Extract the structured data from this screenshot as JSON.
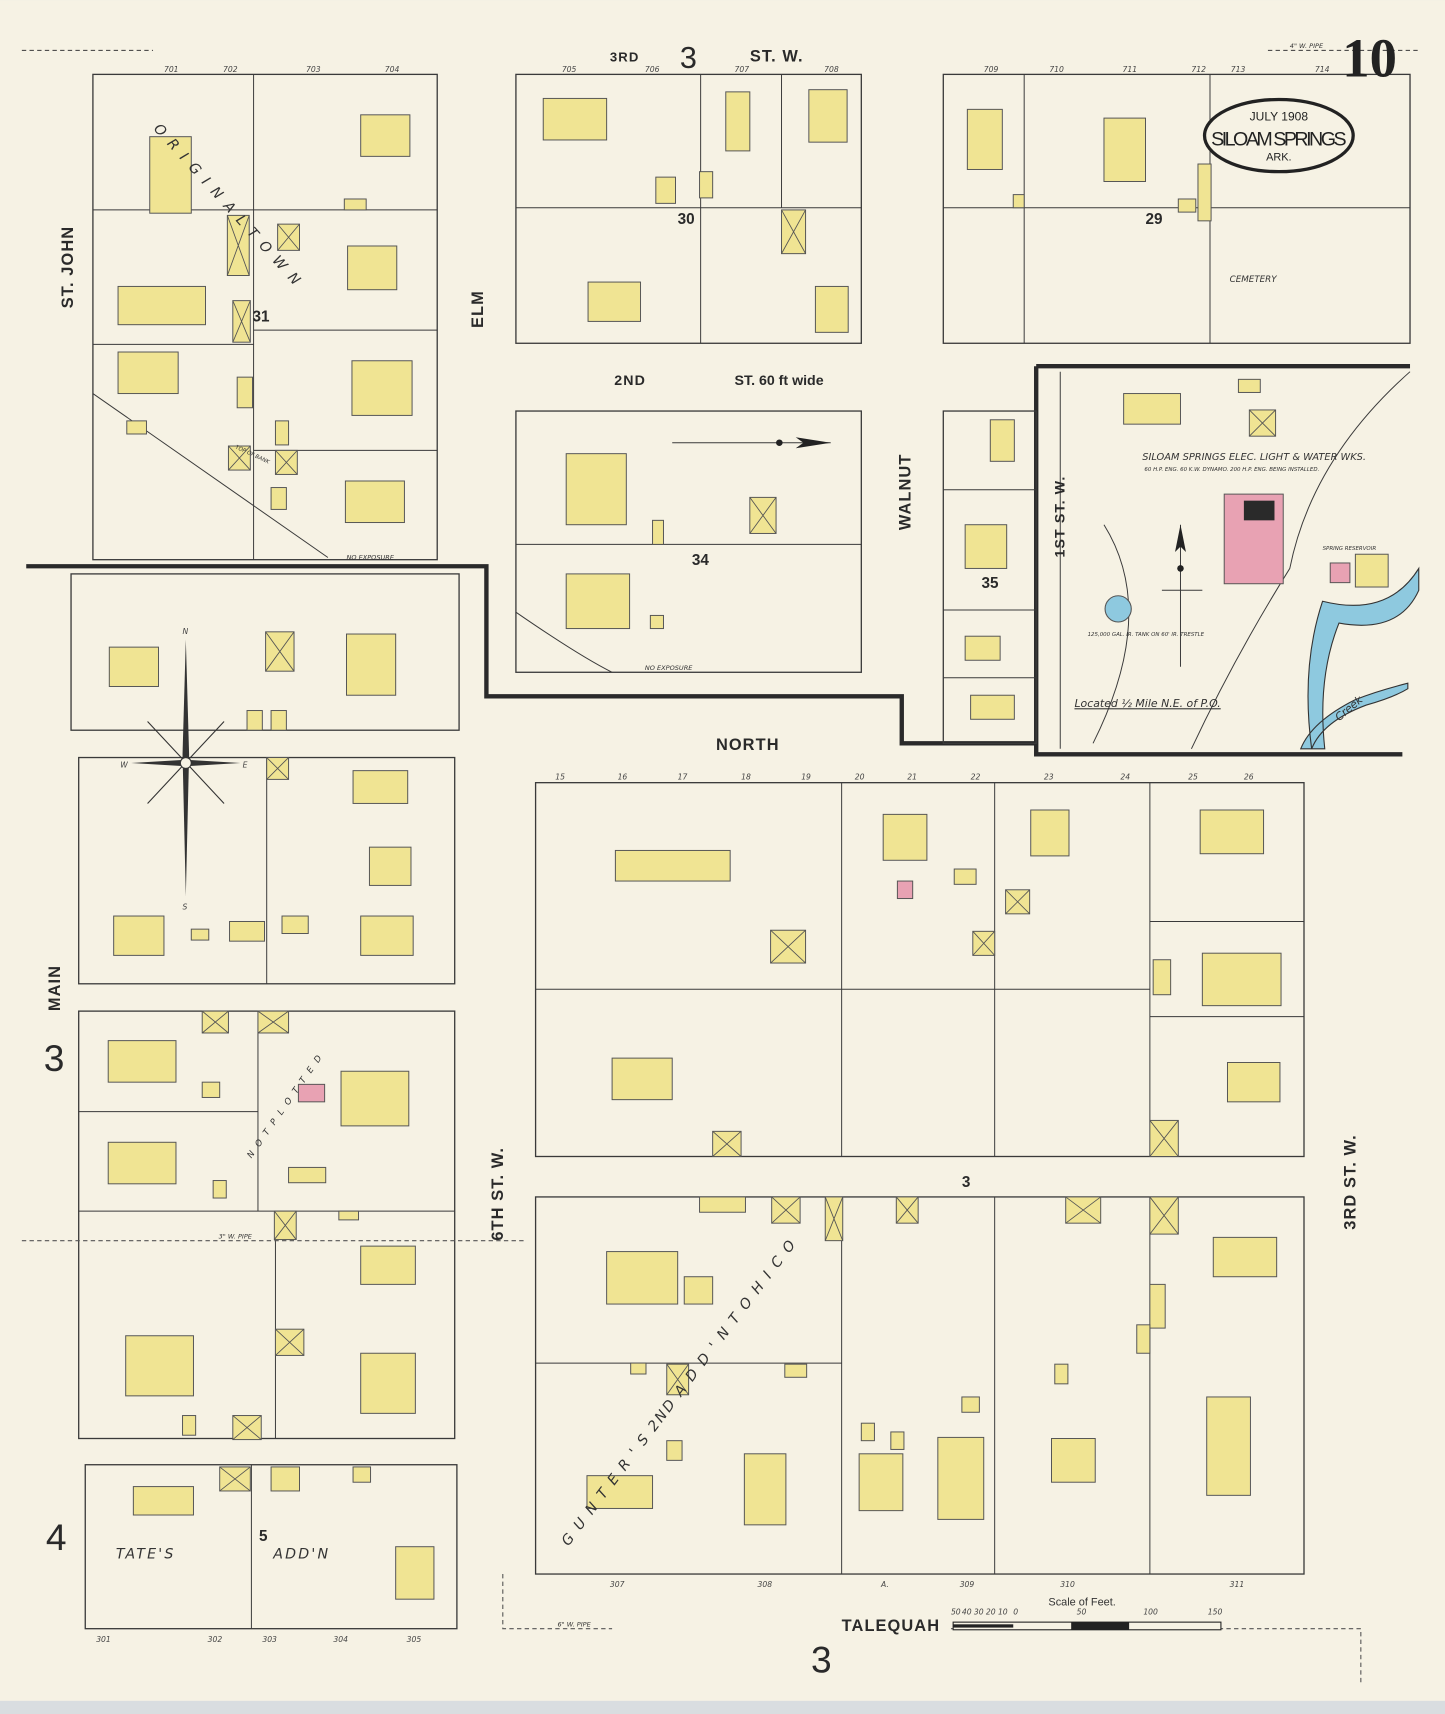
{
  "sheet": {
    "sheet_number": "10",
    "title_date": "JULY 1908",
    "title_city": "SILOAM SPRINGS",
    "title_state": "ARK."
  },
  "streets": {
    "st_john": "ST. JOHN",
    "elm": "ELM",
    "walnut": "WALNUT",
    "main": "MAIN",
    "third_north_prefix": "3RD",
    "third_north_num": "3",
    "third_north_suffix": "ST. W.",
    "second": "2ND",
    "second_suffix": "ST. 60 ft wide",
    "north": "NORTH",
    "first_st_w": "1ST  ST. W.",
    "sixth_st_w": "6TH  ST. W.",
    "third_st_w": "3RD  ST. W.",
    "talequah": "TALEQUAH",
    "main_num": "3",
    "talequah_num": "3",
    "left_num_4": "4"
  },
  "blocks": [
    "31",
    "30",
    "29",
    "34",
    "35",
    "3",
    "5"
  ],
  "labels": {
    "cemetery": "CEMETERY",
    "plant_name": "SILOAM SPRINGS ELEC. LIGHT & WATER WKS.",
    "plant_detail": "60 H.P. ENG. 60 K.W. DYNAMO. 200 H.P. ENG. BEING INSTALLED.",
    "tank": "125,000 GAL. IR. TANK ON 60' IR. TRESTLE",
    "spring": "SPRING RESERVOIR",
    "located": "Located ½ Mile N.E. of P.O.",
    "creek": "Creek",
    "no_exposure_1": "NO EXPOSURE",
    "no_exposure_2": "NO EXPOSURE",
    "top_of_bank": "TOP OF BANK",
    "pipe_4w": "4\" W. PIPE",
    "pipe_3w": "3\" W. PIPE",
    "pipe_6w": "6\" W. PIPE",
    "original_town": "O R I G I N A L   T O W N",
    "not_plotted": "N O T   P L O T T E D",
    "gunters_add": "G U N T E R ' S   2ND   A D D ' N   T O   H I C O",
    "tates": "TATE'S",
    "tates_addn": "ADD'N",
    "compass_n": "N",
    "compass_s": "S",
    "compass_e": "E",
    "compass_w": "W"
  },
  "scale": {
    "title": "Scale of Feet.",
    "ticks": [
      "50",
      "40",
      "30",
      "20",
      "10",
      "0",
      "50",
      "100",
      "150"
    ]
  },
  "house_numbers": {
    "top_left": [
      "701",
      "702",
      "703",
      "704"
    ],
    "top_mid": [
      "705",
      "706",
      "707",
      "708"
    ],
    "top_right": [
      "709",
      "710",
      "711",
      "712",
      "713",
      "714"
    ],
    "north_row": [
      "15",
      "16",
      "17",
      "18",
      "19",
      "20",
      "21",
      "22",
      "23",
      "24",
      "25",
      "26"
    ],
    "bottom_row": [
      "307",
      "308",
      "A.",
      "309",
      "310",
      "311"
    ],
    "tates_row": [
      "301",
      "302",
      "303",
      "304",
      "305"
    ]
  },
  "colors": {
    "paper": "#f6f2e4",
    "frame_dwelling": "#f0e493",
    "brick": "#e8a2b3",
    "water": "#8ec9df"
  }
}
